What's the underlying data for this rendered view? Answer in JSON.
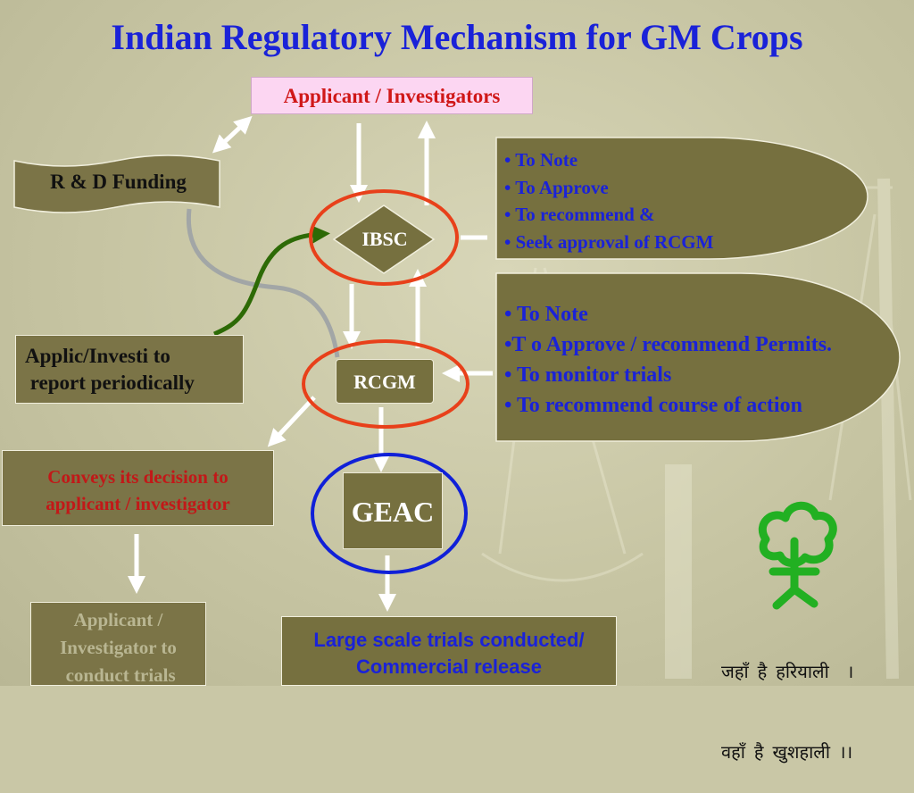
{
  "title": "Indian Regulatory Mechanism for GM Crops",
  "nodes": {
    "applicant": "Applicant / Investigators",
    "rd_funding": "R & D Funding",
    "ibsc": "IBSC",
    "rcgm": "RCGM",
    "geac": "GEAC",
    "applic_report": [
      "Applic/Investi to",
      " report periodically"
    ],
    "conveys": [
      "Conveys its decision to",
      "applicant / investigator"
    ],
    "conduct_trials": [
      "Applicant /",
      "Investigator to",
      " conduct trials"
    ],
    "large_scale": [
      "Large scale trials conducted/",
      "Commercial release"
    ]
  },
  "ibsc_roles": [
    "• To Note",
    "• To Approve",
    "• To recommend &",
    "• Seek approval of RCGM"
  ],
  "rcgm_roles": [
    "• To Note",
    "•T o Approve / recommend Permits.",
    "• To monitor trials",
    "• To recommend course of action"
  ],
  "logo": {
    "icon": "tree-person-icon",
    "slogan": [
      "जहाँ  है  हरियाली    ।",
      "वहाँ  है  खुशहाली  ।।"
    ]
  },
  "colors": {
    "title": "#1a22d8",
    "ibsc_ring": "#e8401a",
    "geac_ring": "#1020d8",
    "red_text": "#c21818",
    "funding_curve": "#a2a6a6",
    "report_curve": "#2d6a06",
    "logo_green": "#22b022"
  }
}
